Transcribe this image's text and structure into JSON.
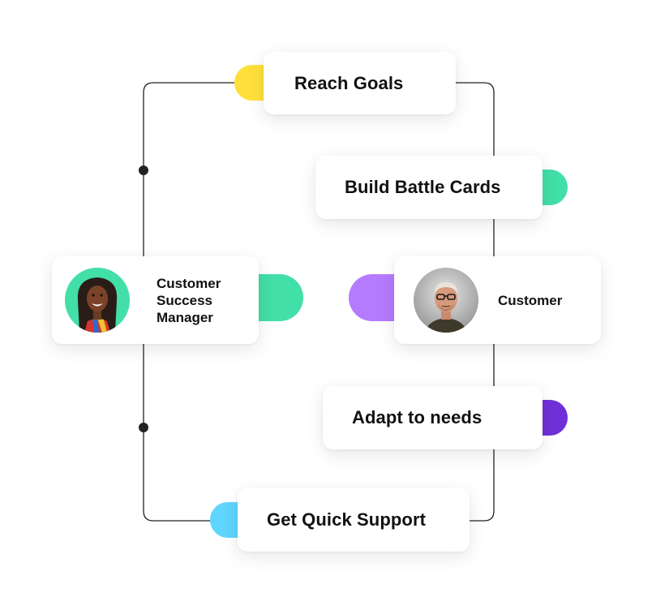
{
  "nodes": {
    "reach_goals": "Reach Goals",
    "build_battle_cards": "Build Battle Cards",
    "adapt_to_needs": "Adapt to needs",
    "get_quick_support": "Get Quick Support"
  },
  "people": {
    "csm": {
      "line1": "Customer",
      "line2": "Success",
      "line3": "Manager"
    },
    "customer": {
      "name": "Customer"
    }
  },
  "colors": {
    "yellow": "#FFE03A",
    "green": "#43DFA8",
    "purple_light": "#B57BFF",
    "purple_dark": "#7030D8",
    "blue": "#5FD5FF",
    "line": "#222222"
  }
}
